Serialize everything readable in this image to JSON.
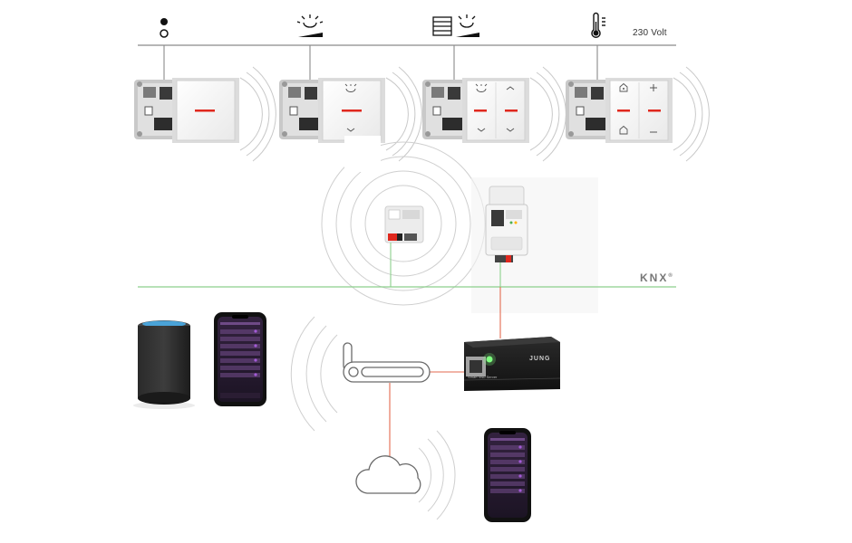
{
  "bus": {
    "voltage_label": "230 Volt",
    "knx_label": "KNX",
    "knx_mark": "®"
  },
  "devices": {
    "server_label": "Smart Visu Server",
    "server_brand": "JUNG"
  },
  "colors": {
    "bus_line": "#7a7a7a",
    "knx_line": "#8ccf8c",
    "ip_line": "#e36a4f",
    "led_red": "#e0281e",
    "phone_screen": "#2a1d33",
    "phone_accent": "#a35bd6"
  },
  "icons": {
    "switch_1": "light-switch-icon",
    "switch_2": "dimmer-icon",
    "switch_3": "blinds-dimmer-icon",
    "switch_4": "thermometer-icon"
  }
}
